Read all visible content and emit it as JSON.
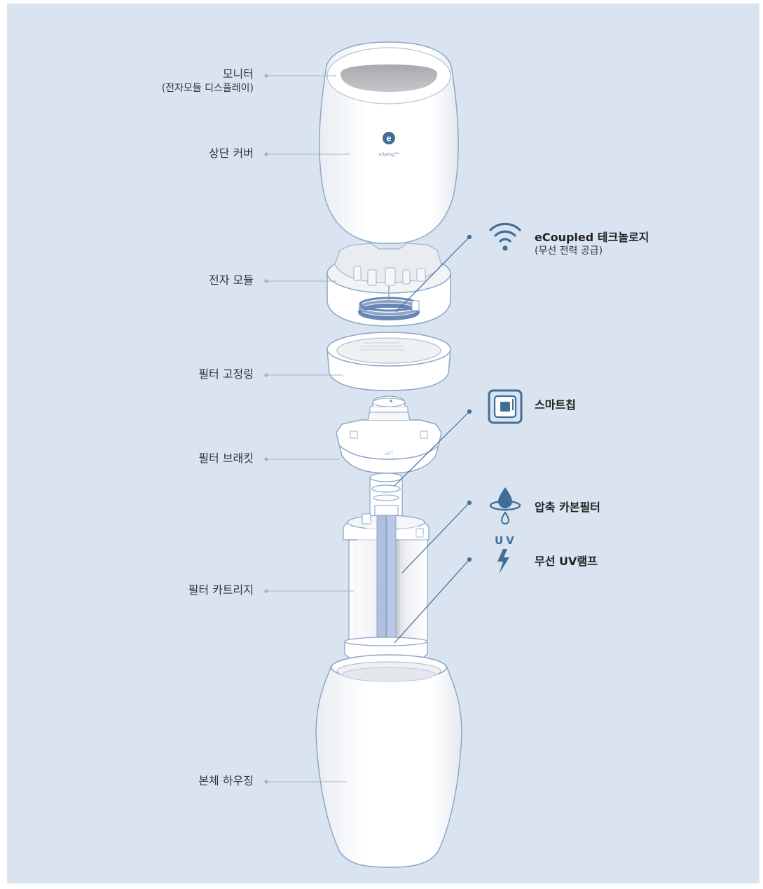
{
  "brand": "eSpring™",
  "logo_letter": "e",
  "parts": [
    {
      "id": "monitor",
      "label": "모니터",
      "sublabel": "(전자모듈 디스플레이)"
    },
    {
      "id": "top-cover",
      "label": "상단 커버"
    },
    {
      "id": "electronic-module",
      "label": "전자 모듈"
    },
    {
      "id": "filter-ring",
      "label": "필터 고정링"
    },
    {
      "id": "filter-bracket",
      "label": "필터 브래킷"
    },
    {
      "id": "filter-cartridge",
      "label": "필터 카트리지"
    },
    {
      "id": "main-housing",
      "label": "본체 하우징"
    }
  ],
  "features": [
    {
      "id": "ecoupled",
      "label": "eCoupled 테크놀로지",
      "sublabel": "(무선 전력 공급)",
      "icon": "wifi-icon"
    },
    {
      "id": "smart-chip",
      "label": "스마트칩",
      "icon": "chip-icon"
    },
    {
      "id": "carbon-filter",
      "label": "압축 카본필터",
      "icon": "water-drop-icon"
    },
    {
      "id": "uv-lamp",
      "label": "무선 UV램프",
      "icon": "uv-lightning-icon",
      "icon_text": "UV"
    }
  ],
  "bracket_mark": "LIFT",
  "colors": {
    "background": "#dae4f1",
    "icon_blue": "#3f6e97",
    "outline": "#8ca6c8",
    "leader_line": "#a9b3bd",
    "text": "#333333"
  }
}
